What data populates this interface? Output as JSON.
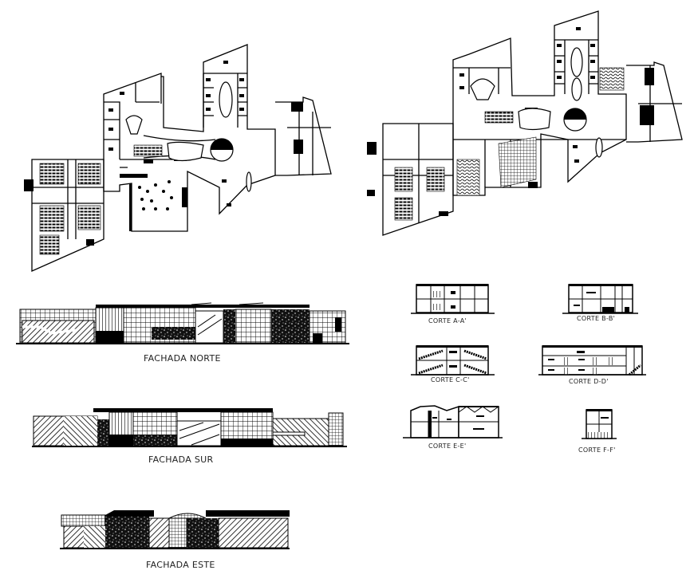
{
  "drawing": {
    "plans": [
      {
        "id": "plan-ground-floor",
        "label": ""
      },
      {
        "id": "plan-upper-floor",
        "label": ""
      }
    ],
    "facades": [
      {
        "id": "fachada-norte",
        "label": "FACHADA NORTE"
      },
      {
        "id": "fachada-sur",
        "label": "FACHADA SUR"
      },
      {
        "id": "fachada-este",
        "label": "FACHADA ESTE"
      }
    ],
    "sections": [
      {
        "id": "corte-a",
        "label": "CORTE A-A'"
      },
      {
        "id": "corte-b",
        "label": "CORTE B-B'"
      },
      {
        "id": "corte-c",
        "label": "CORTE C-C'"
      },
      {
        "id": "corte-d",
        "label": "CORTE D-D'"
      },
      {
        "id": "corte-e",
        "label": "CORTE E-E'"
      },
      {
        "id": "corte-f",
        "label": "CORTE F-F'"
      }
    ],
    "colors": {
      "line": "#000000",
      "background": "#ffffff",
      "text": "#222222"
    }
  }
}
